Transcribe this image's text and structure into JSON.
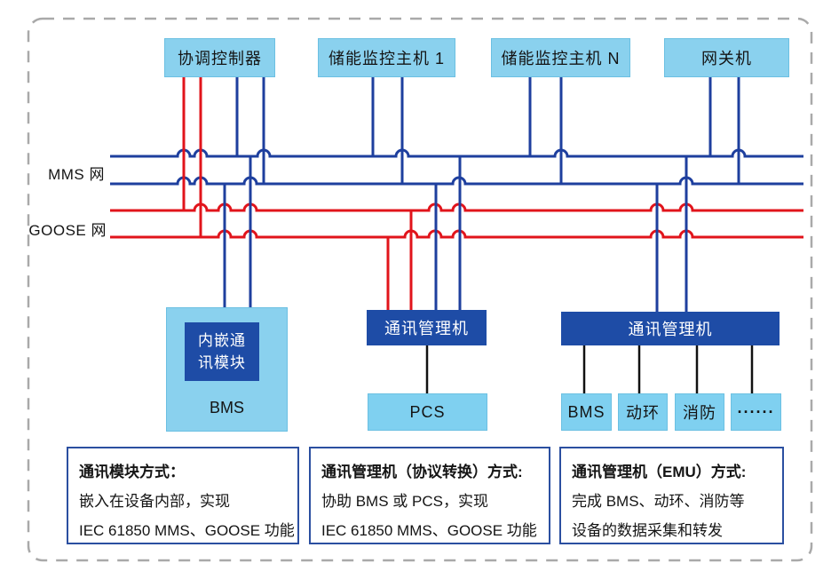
{
  "colors": {
    "mms_bus_blue": "#1e3f9e",
    "goose_bus_red": "#e1141b",
    "node_light_blue": "#8ad1ee",
    "node_dark_blue": "#1e4ca6",
    "connector_black": "#111111",
    "note_border_blue": "#2b4fa0",
    "outer_dashed_gray": "#a9a9a9"
  },
  "top_nodes": [
    {
      "label": "协调控制器"
    },
    {
      "label": "储能监控主机 1"
    },
    {
      "label": "储能监控主机 N"
    },
    {
      "label": "网关机"
    }
  ],
  "buses": {
    "mms_label": "MMS 网",
    "goose_label": "GOOSE 网"
  },
  "bms_group": {
    "module_line1": "内嵌通",
    "module_line2": "讯模块",
    "device": "BMS"
  },
  "pcs_group": {
    "manager": "通讯管理机",
    "device": "PCS"
  },
  "emu_group": {
    "manager": "通讯管理机",
    "devices": [
      "BMS",
      "动环",
      "消防",
      "······"
    ]
  },
  "notes": [
    {
      "title": "通讯模块方式：",
      "line1": "嵌入在设备内部，实现",
      "line2": "IEC 61850 MMS、GOOSE 功能"
    },
    {
      "title": "通讯管理机（协议转换）方式:",
      "line1": "协助 BMS 或 PCS，实现",
      "line2": "IEC 61850 MMS、GOOSE 功能"
    },
    {
      "title": "通讯管理机（EMU）方式:",
      "line1": "完成 BMS、动环、消防等",
      "line2": "设备的数据采集和转发"
    }
  ]
}
